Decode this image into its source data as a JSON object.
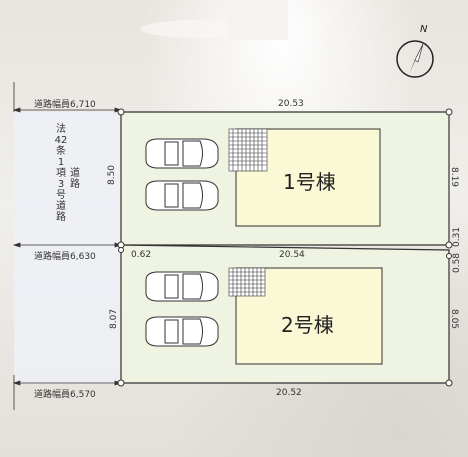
{
  "roads": {
    "top_width": "道路幅員6,710",
    "mid_width": "道路幅員6,630",
    "bottom_width": "道路幅員6,570",
    "legal_col1": [
      "法",
      "42",
      "条",
      "1",
      "項",
      "3",
      "号",
      "道",
      "路"
    ],
    "legal_col2": [
      "道",
      "路"
    ]
  },
  "lot1": {
    "top": "20.53",
    "left": "8.50",
    "right": "8.19",
    "building": "1号棟"
  },
  "lot2": {
    "top": "20.54",
    "left": "8.07",
    "right": "8.05",
    "bottom": "20.52",
    "building": "2号棟",
    "left_offset": "0.62",
    "right_offset_a": "0.58",
    "right_offset_b": "0.31"
  },
  "compass": {
    "label": "N"
  },
  "colors": {
    "lot_fill": "#eef3e2",
    "building_fill": "#fbf8d6",
    "line": "#333333"
  }
}
